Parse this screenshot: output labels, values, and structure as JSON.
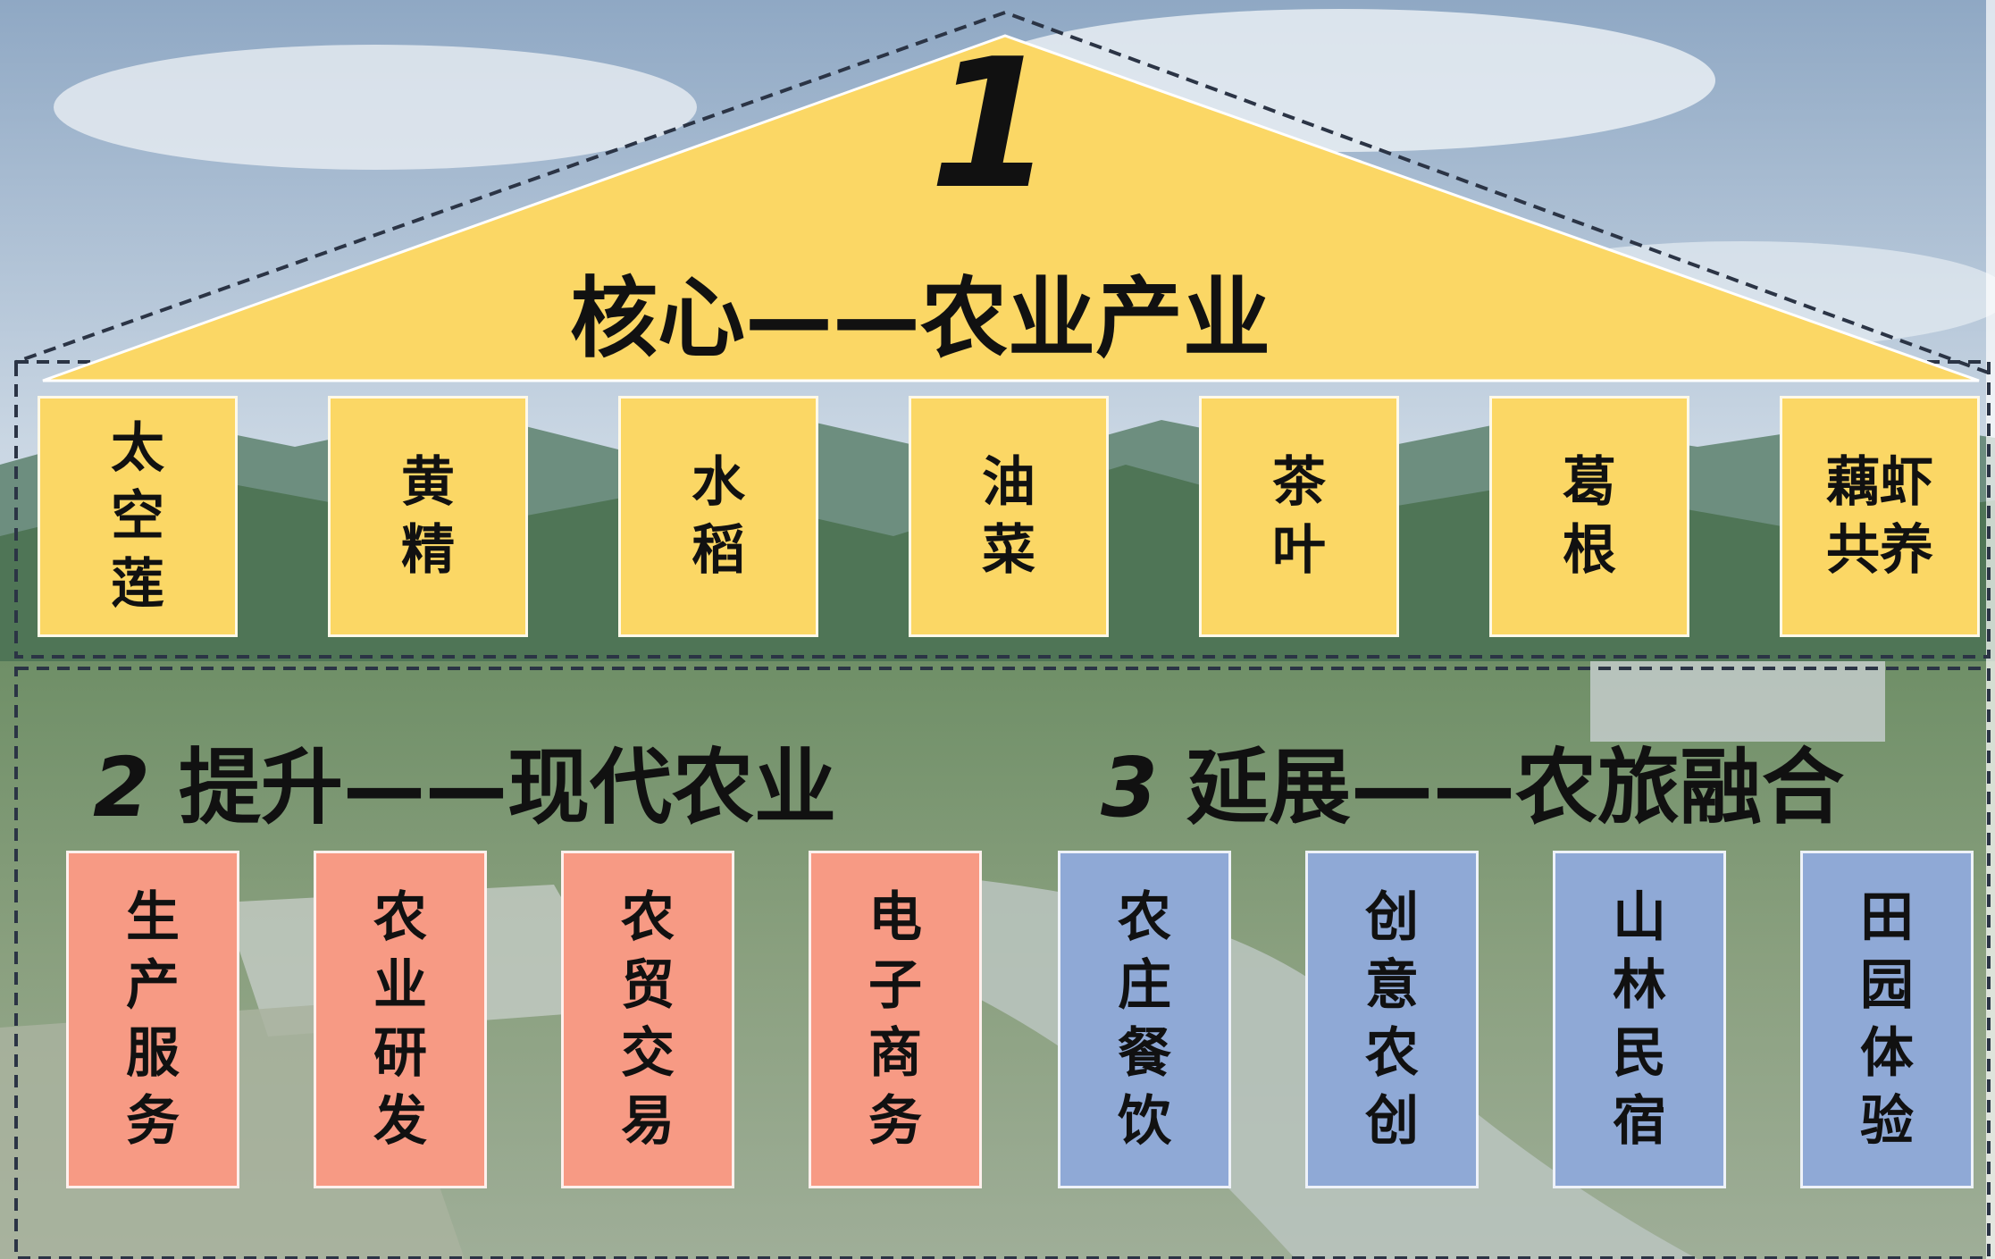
{
  "colors": {
    "core": "#fbd765",
    "upgrade": "#f79a84",
    "extend": "#8fa9d6",
    "dash": "#2b3445"
  },
  "core": {
    "number": "1",
    "title": "核心——农业产业",
    "items": [
      {
        "lines": [
          "太",
          "空",
          "莲"
        ]
      },
      {
        "lines": [
          "黄",
          "精"
        ]
      },
      {
        "lines": [
          "水",
          "稻"
        ]
      },
      {
        "lines": [
          "油",
          "菜"
        ]
      },
      {
        "lines": [
          "茶",
          "叶"
        ]
      },
      {
        "lines": [
          "葛",
          "根"
        ]
      },
      {
        "lines": [
          "藕虾",
          "共养"
        ]
      }
    ]
  },
  "upgrade": {
    "number": "2",
    "title": "提升——现代农业",
    "items": [
      {
        "lines": [
          "生",
          "产",
          "服",
          "务"
        ]
      },
      {
        "lines": [
          "农",
          "业",
          "研",
          "发"
        ]
      },
      {
        "lines": [
          "农",
          "贸",
          "交",
          "易"
        ]
      },
      {
        "lines": [
          "电",
          "子",
          "商",
          "务"
        ]
      }
    ]
  },
  "extend": {
    "number": "3",
    "title": "延展——农旅融合",
    "items": [
      {
        "lines": [
          "农",
          "庄",
          "餐",
          "饮"
        ]
      },
      {
        "lines": [
          "创",
          "意",
          "农",
          "创"
        ]
      },
      {
        "lines": [
          "山",
          "林",
          "民",
          "宿"
        ]
      },
      {
        "lines": [
          "田",
          "园",
          "体",
          "验"
        ]
      }
    ]
  }
}
